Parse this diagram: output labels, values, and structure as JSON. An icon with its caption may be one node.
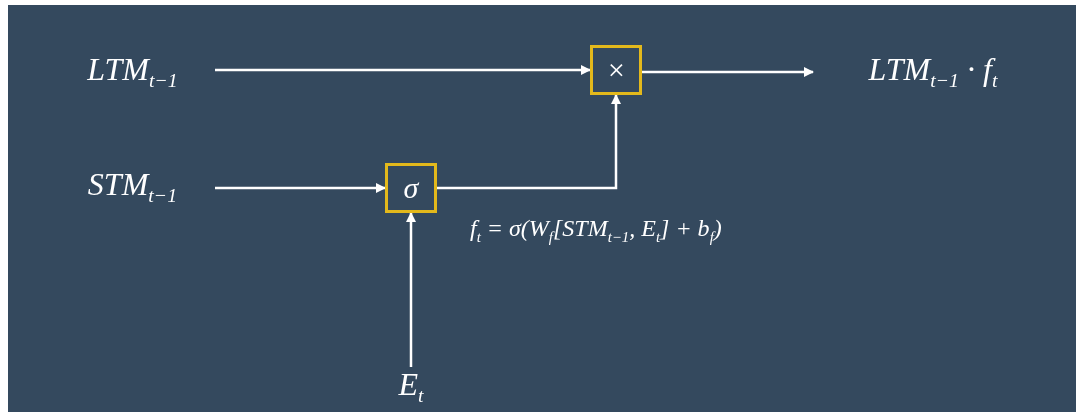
{
  "diagram": {
    "nodes": [
      {
        "text": [
          "LTM$_{t−1}$"
        ]
      },
      {
        "text": [
          "×"
        ]
      },
      {
        "text": [
          "LTM$_{t−1}$ · f$_{t}$"
        ]
      },
      {
        "text": [
          "STM$_{t−1}$"
        ]
      },
      {
        "text": [
          "σ"
        ]
      },
      {
        "text": [
          "E$_{t}$"
        ]
      }
    ],
    "edges": [
      {
        "from": 0,
        "to": 1,
        "arrow": "to"
      },
      {
        "from": 1,
        "to": 2,
        "arrow": "to"
      },
      {
        "from": 3,
        "to": 4,
        "arrow": "to"
      },
      {
        "from": 4,
        "to": 1,
        "arrow": "to"
      },
      {
        "from": 5,
        "to": 4,
        "arrow": "to"
      }
    ],
    "labels": [
      "f$_{t}$ = σ(W$_{f}$[STM$_{t−1}$, E$_{t}$] + b$_{f}$)"
    ]
  }
}
